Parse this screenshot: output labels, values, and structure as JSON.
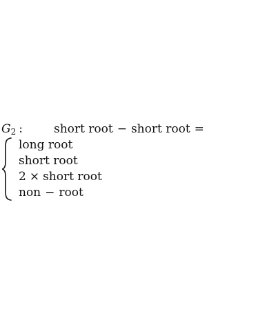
{
  "equation": {
    "lhs_symbol": "G",
    "lhs_subscript": "2",
    "colon": ":",
    "expr_term1": "short root",
    "expr_minus": "−",
    "expr_term2": "short root",
    "expr_equals": "=",
    "cases": [
      {
        "text": "long root"
      },
      {
        "text": "short root"
      },
      {
        "coef": "2",
        "times": "×",
        "text": "short root"
      },
      {
        "left": "non",
        "minus": "−",
        "right": "root"
      }
    ]
  }
}
